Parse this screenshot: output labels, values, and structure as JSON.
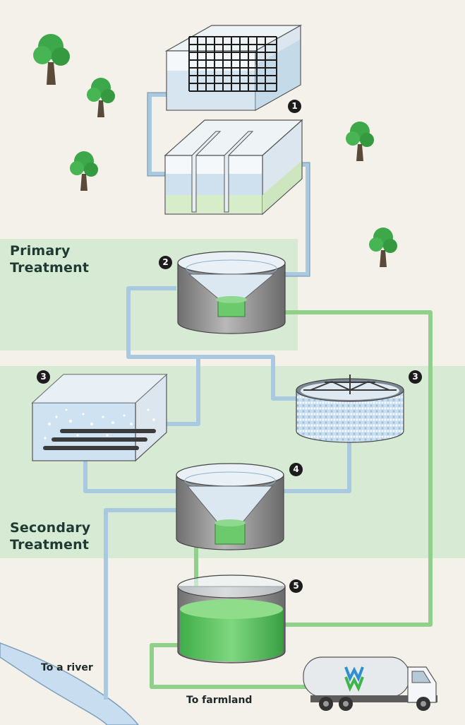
{
  "sections": {
    "primary": {
      "line1": "Primary",
      "line2": "Treatment"
    },
    "secondary": {
      "line1": "Secondary",
      "line2": "Treatment"
    }
  },
  "stages": {
    "s1": "1",
    "s2": "2",
    "s3a": "3",
    "s3b": "3",
    "s4": "4",
    "s5": "5"
  },
  "destinations": {
    "river": "To a river",
    "farmland": "To farmland"
  },
  "colors": {
    "band": "#d7ead4",
    "water_pipe": "#a9c9e0",
    "sludge_pipe": "#8fd18a",
    "tank_metal": "#8f8f8f",
    "sludge": "#55c25a",
    "tree": "#3da84a"
  }
}
